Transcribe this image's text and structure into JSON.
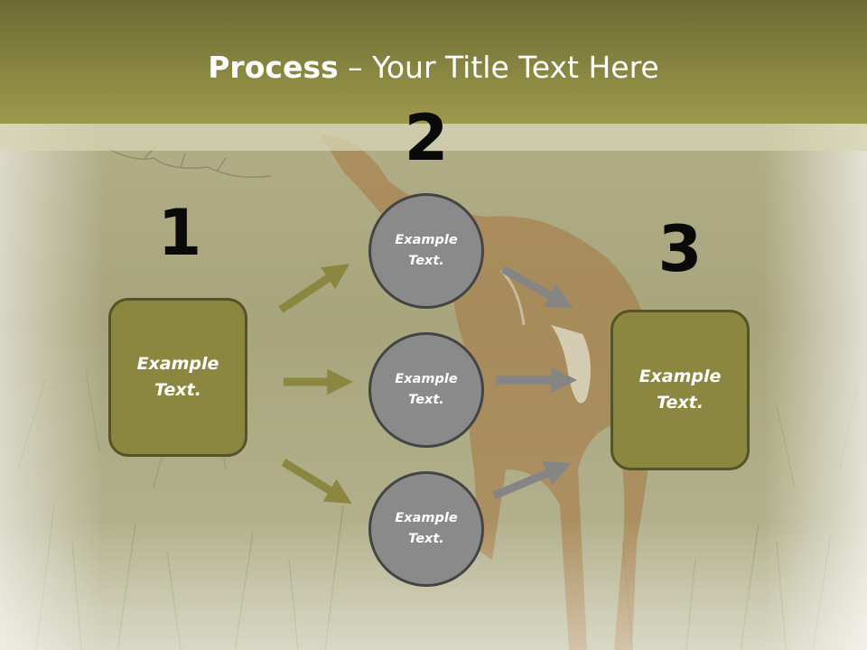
{
  "title": {
    "bold": "Process",
    "rest": " – Your Title Text Here"
  },
  "steps": {
    "one": {
      "number": "1",
      "text": "Example Text."
    },
    "two": {
      "number": "2"
    },
    "three": {
      "number": "3",
      "text": "Example Text."
    }
  },
  "circles": [
    {
      "text": "Example Text."
    },
    {
      "text": "Example Text."
    },
    {
      "text": "Example Text."
    }
  ],
  "colors": {
    "header": "#9d9a4c",
    "box_fill": "#8b8740",
    "box_border": "#555426",
    "circle_fill": "#8b8a8b",
    "circle_border": "#444444",
    "arrow_left": "#8b8740",
    "arrow_right": "#858585"
  }
}
